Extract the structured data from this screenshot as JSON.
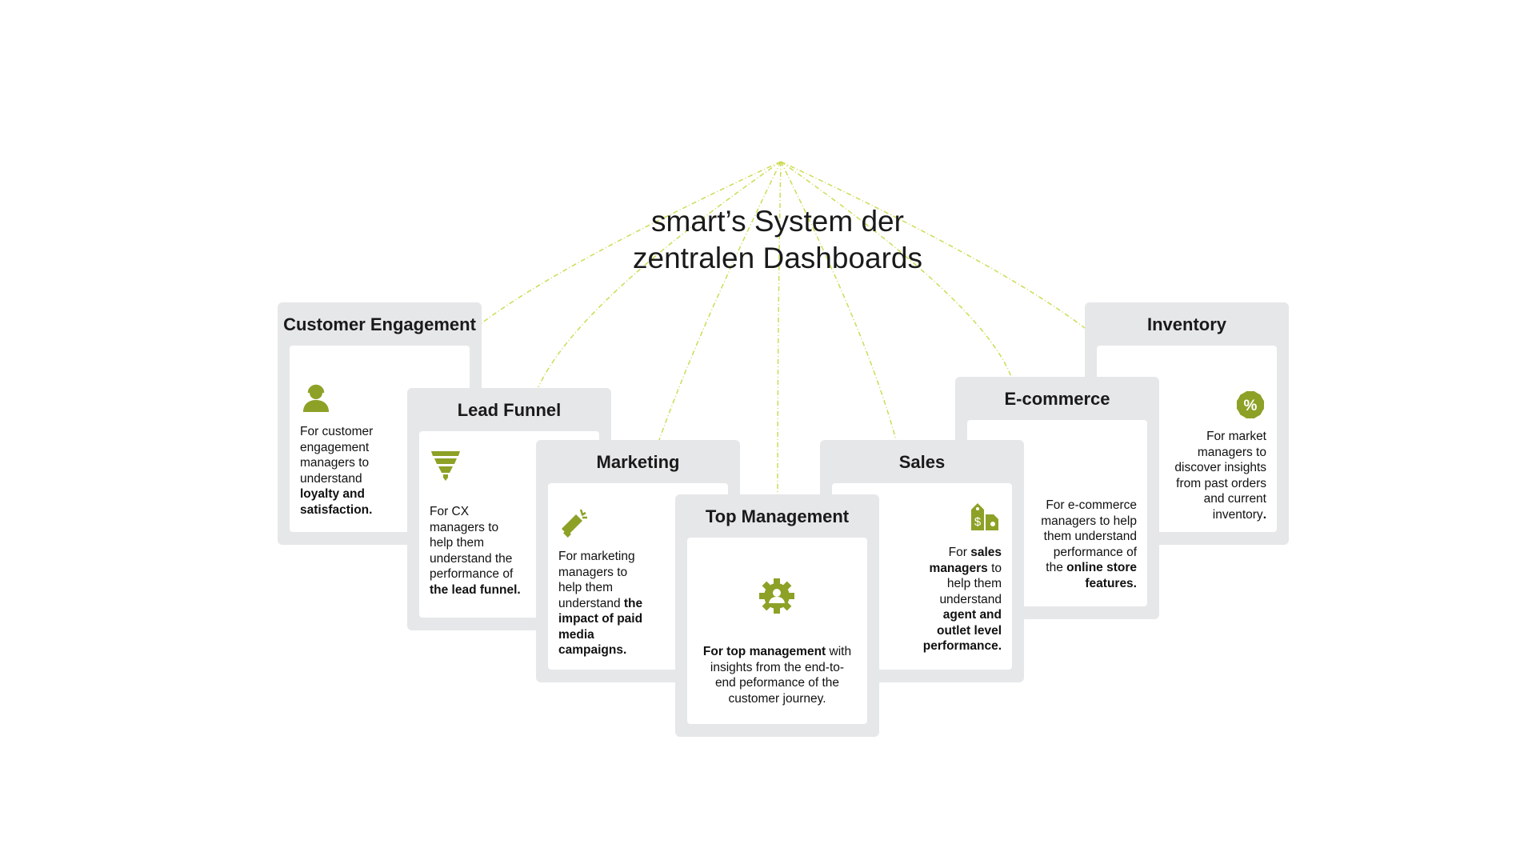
{
  "title": {
    "line1": "smart’s System der",
    "line2": "zentralen Dashboards"
  },
  "colors": {
    "accent": "#8da127",
    "connector": "#cddc55",
    "card_bg": "#e6e7e9"
  },
  "cards": [
    {
      "title": "Customer Engagement",
      "icon": "headset-user-icon",
      "align": "left",
      "lines": [
        [
          {
            "t": "For customer"
          }
        ],
        [
          {
            "t": "engagement"
          }
        ],
        [
          {
            "t": "managers to"
          }
        ],
        [
          {
            "t": "understand"
          }
        ],
        [
          {
            "t": "loyalty and",
            "b": true
          }
        ],
        [
          {
            "t": "satisfaction.",
            "b": true
          }
        ]
      ]
    },
    {
      "title": "Lead Funnel",
      "icon": "funnel-icon",
      "align": "left",
      "lines": [
        [
          {
            "t": "For CX"
          }
        ],
        [
          {
            "t": "managers to"
          }
        ],
        [
          {
            "t": "help them"
          }
        ],
        [
          {
            "t": "understand the"
          }
        ],
        [
          {
            "t": "performance of"
          }
        ],
        [
          {
            "t": "the lead funnel.",
            "b": true
          }
        ]
      ]
    },
    {
      "title": "Marketing",
      "icon": "megaphone-icon",
      "align": "left",
      "lines": [
        [
          {
            "t": "For marketing"
          }
        ],
        [
          {
            "t": "managers to"
          }
        ],
        [
          {
            "t": "help them"
          }
        ],
        [
          {
            "t": "understand "
          },
          {
            "t": "the",
            "b": true
          }
        ],
        [
          {
            "t": "impact of paid",
            "b": true
          }
        ],
        [
          {
            "t": "media",
            "b": true
          }
        ],
        [
          {
            "t": "campaigns.",
            "b": true
          }
        ]
      ]
    },
    {
      "title": "Top Management",
      "icon": "gear-user-icon",
      "align": "center",
      "lines": [
        [
          {
            "t": "For top management",
            "b": true
          },
          {
            "t": " with"
          }
        ],
        [
          {
            "t": "insights from the end-to-"
          }
        ],
        [
          {
            "t": "end peformance of the"
          }
        ],
        [
          {
            "t": "customer journey."
          }
        ]
      ]
    },
    {
      "title": "Sales",
      "icon": "price-tag-store-icon",
      "align": "right",
      "lines": [
        [
          {
            "t": "For "
          },
          {
            "t": "sales",
            "b": true
          }
        ],
        [
          {
            "t": "managers",
            "b": true
          },
          {
            "t": " to"
          }
        ],
        [
          {
            "t": "help them"
          }
        ],
        [
          {
            "t": "understand"
          }
        ],
        [
          {
            "t": "agent and",
            "b": true
          }
        ],
        [
          {
            "t": "outlet level",
            "b": true
          }
        ],
        [
          {
            "t": "performance.",
            "b": true
          }
        ]
      ]
    },
    {
      "title": "E-commerce",
      "icon": "",
      "align": "right",
      "lines": [
        [
          {
            "t": "For e-commerce"
          }
        ],
        [
          {
            "t": "managers to help"
          }
        ],
        [
          {
            "t": "them understand"
          }
        ],
        [
          {
            "t": "performance of"
          }
        ],
        [
          {
            "t": "the "
          },
          {
            "t": "online store",
            "b": true
          }
        ],
        [
          {
            "t": "features.",
            "b": true
          }
        ]
      ]
    },
    {
      "title": "Inventory",
      "icon": "percent-badge-icon",
      "align": "right",
      "lines": [
        [
          {
            "t": "For market"
          }
        ],
        [
          {
            "t": "managers to"
          }
        ],
        [
          {
            "t": "discover insights"
          }
        ],
        [
          {
            "t": "from past orders"
          }
        ],
        [
          {
            "t": "and current"
          }
        ],
        [
          {
            "t": "inventory"
          },
          {
            "t": ".",
            "b": true
          }
        ]
      ]
    }
  ]
}
